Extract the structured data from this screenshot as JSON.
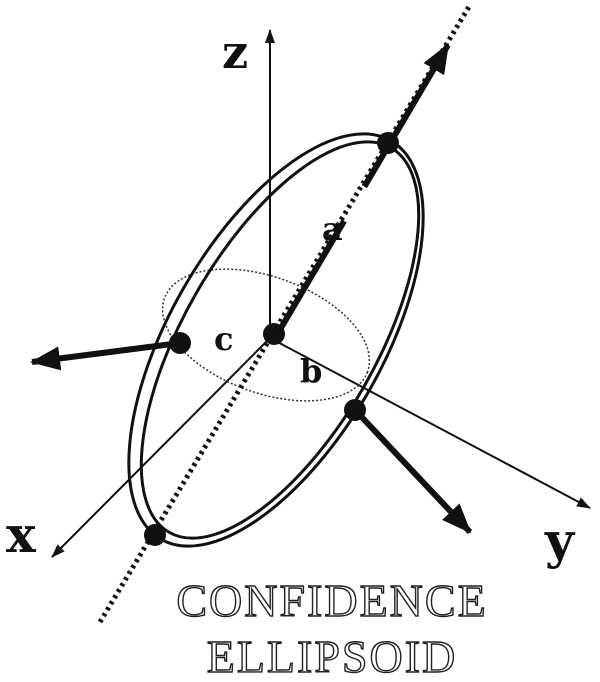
{
  "axes": {
    "x_label": "x",
    "y_label": "y",
    "z_label": "z"
  },
  "semi_axes": {
    "a_label": "a",
    "b_label": "b",
    "c_label": "c"
  },
  "caption": {
    "line1": "CONFIDENCE",
    "line2": "ELLIPSOID"
  }
}
